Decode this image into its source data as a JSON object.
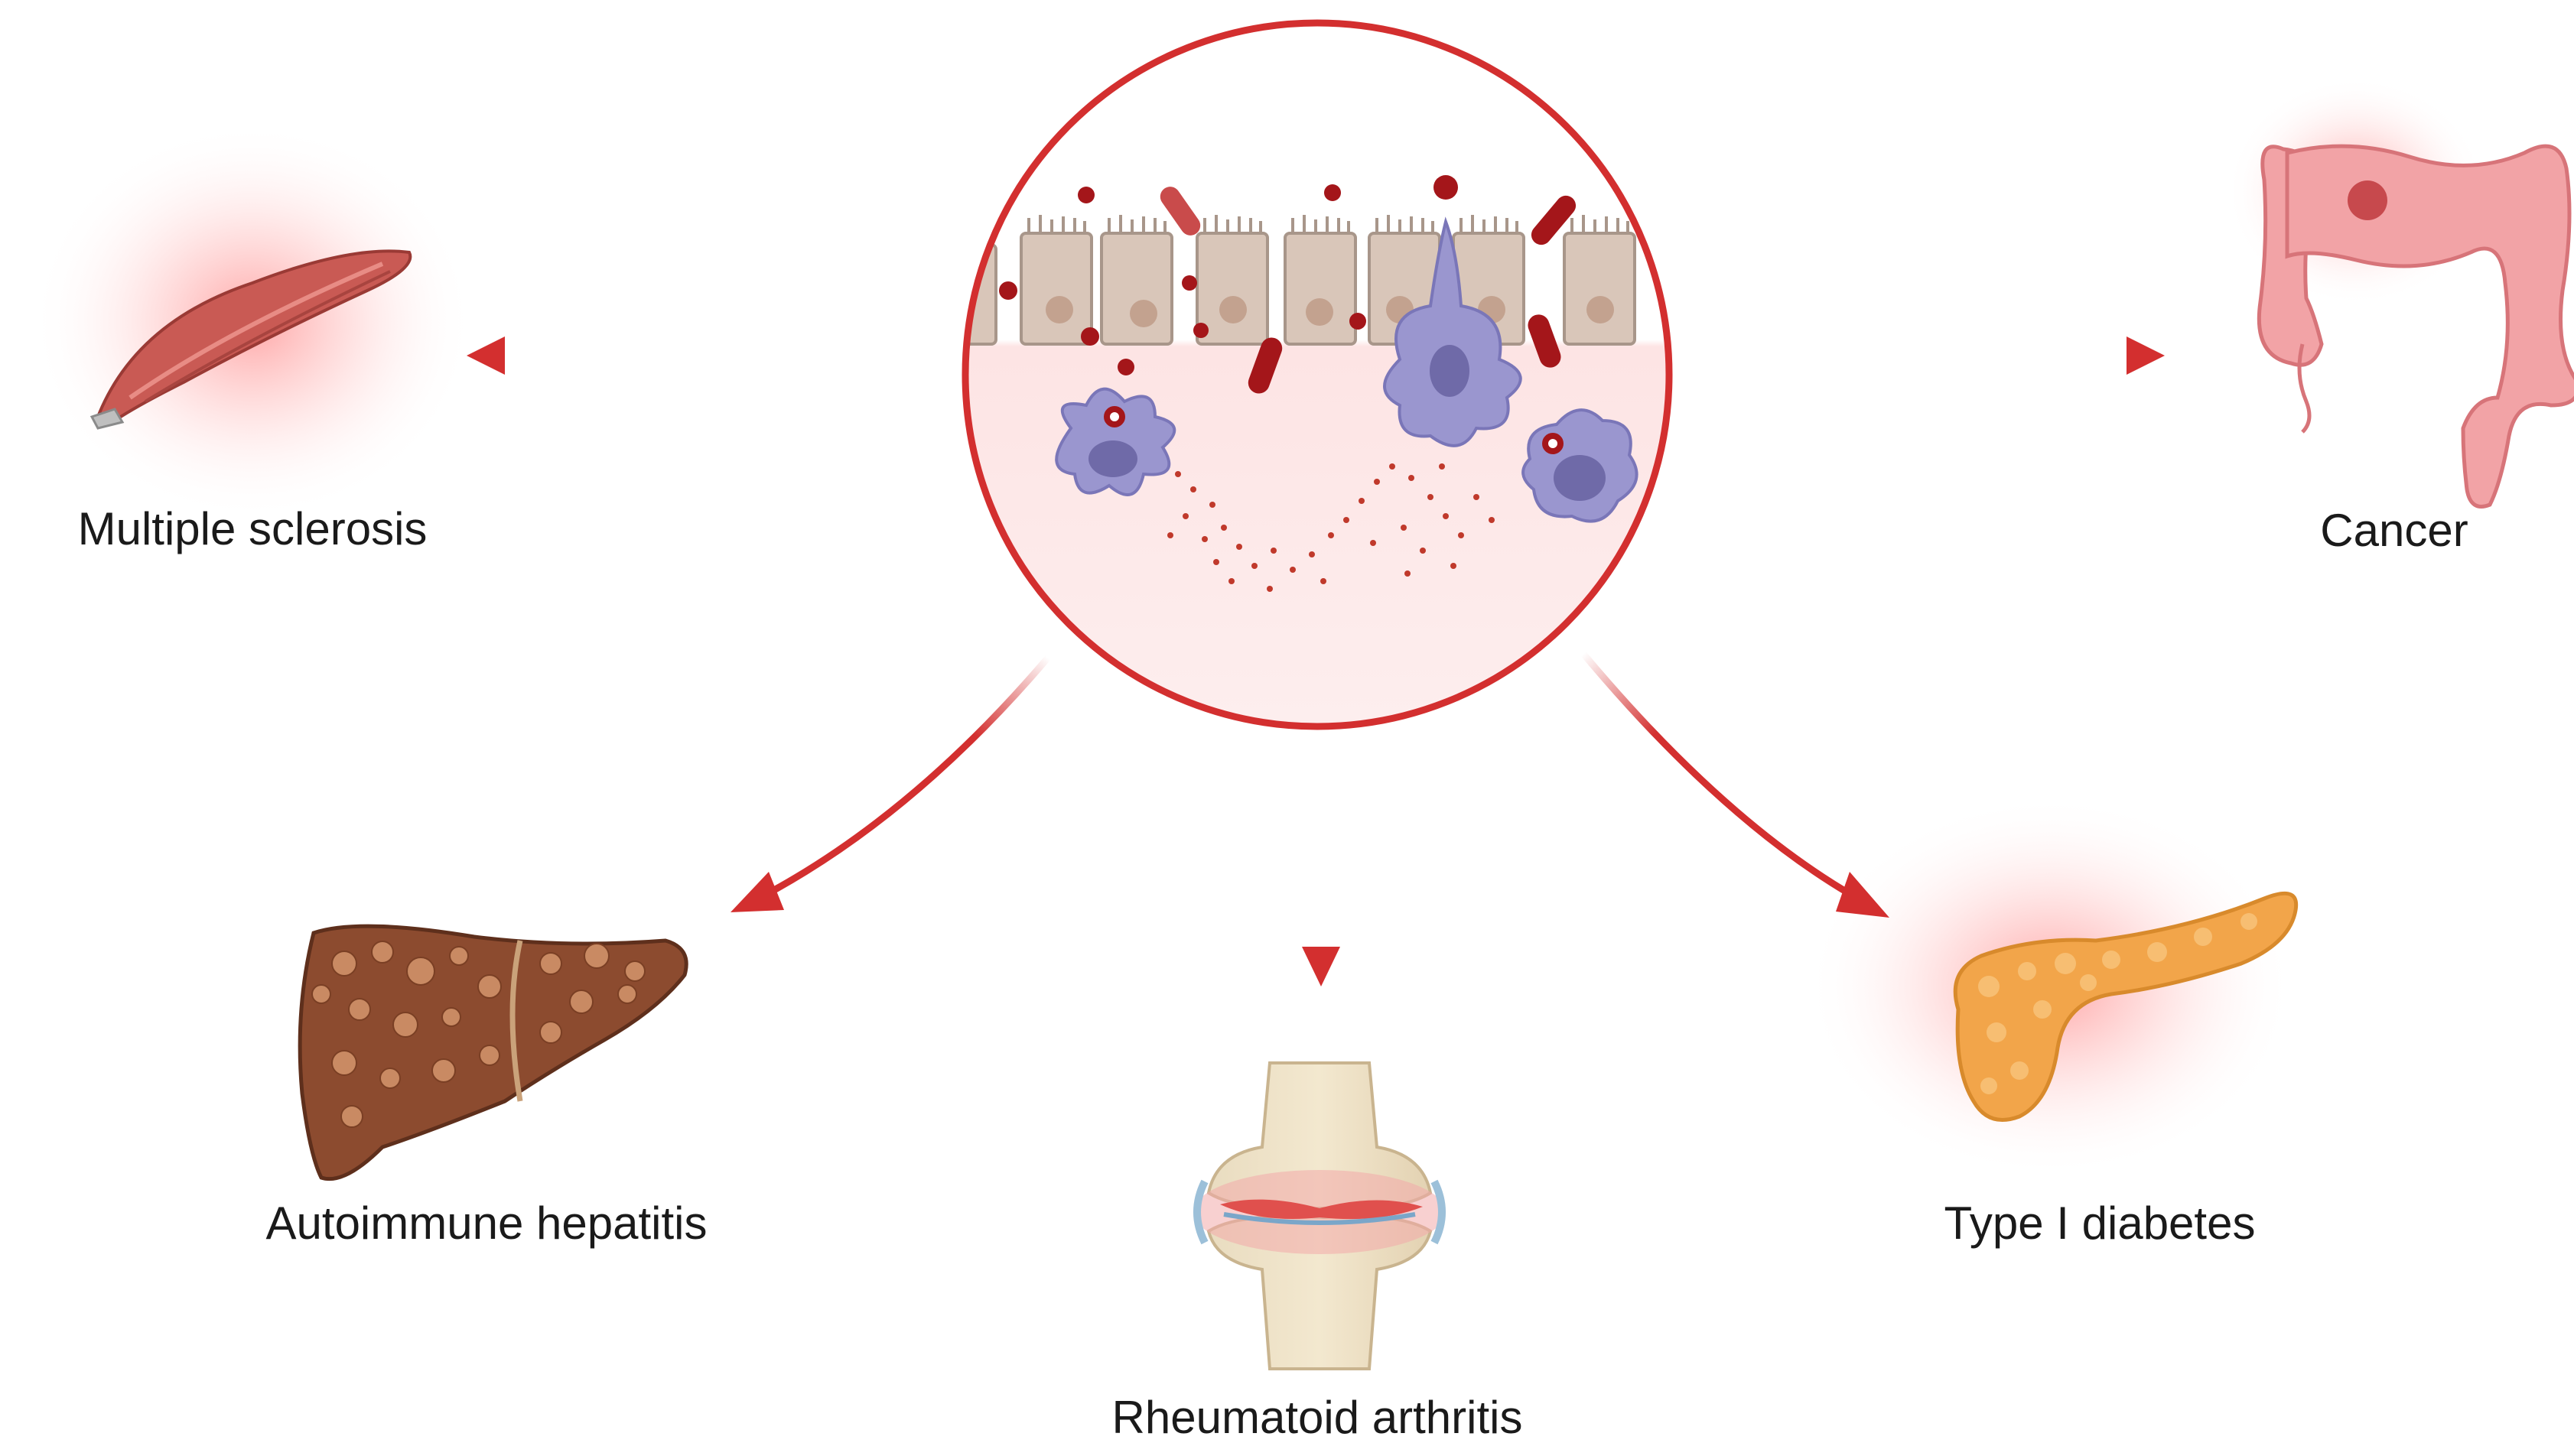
{
  "diagram": {
    "center": {
      "name": "inflamed-gut-epithelium",
      "ring_color": "#d32f2f"
    },
    "conditions": [
      {
        "id": "ms",
        "label": "Multiple sclerosis",
        "icon": "muscle-icon"
      },
      {
        "id": "cancer",
        "label": "Cancer",
        "icon": "colon-icon"
      },
      {
        "id": "ah",
        "label": "Autoimmune hepatitis",
        "icon": "liver-icon"
      },
      {
        "id": "ra",
        "label": "Rheumatoid arthritis",
        "icon": "joint-icon"
      },
      {
        "id": "t1d",
        "label": "Type I diabetes",
        "icon": "pancreas-icon"
      }
    ],
    "colors": {
      "arrow": "#d32f2f",
      "glow": "#ff6b6b",
      "epithelium": "#d9c3b6",
      "immune_cell": "#9a96cf",
      "bacteria": "#a4161a",
      "lumen_tint": "#fde8e8"
    }
  }
}
